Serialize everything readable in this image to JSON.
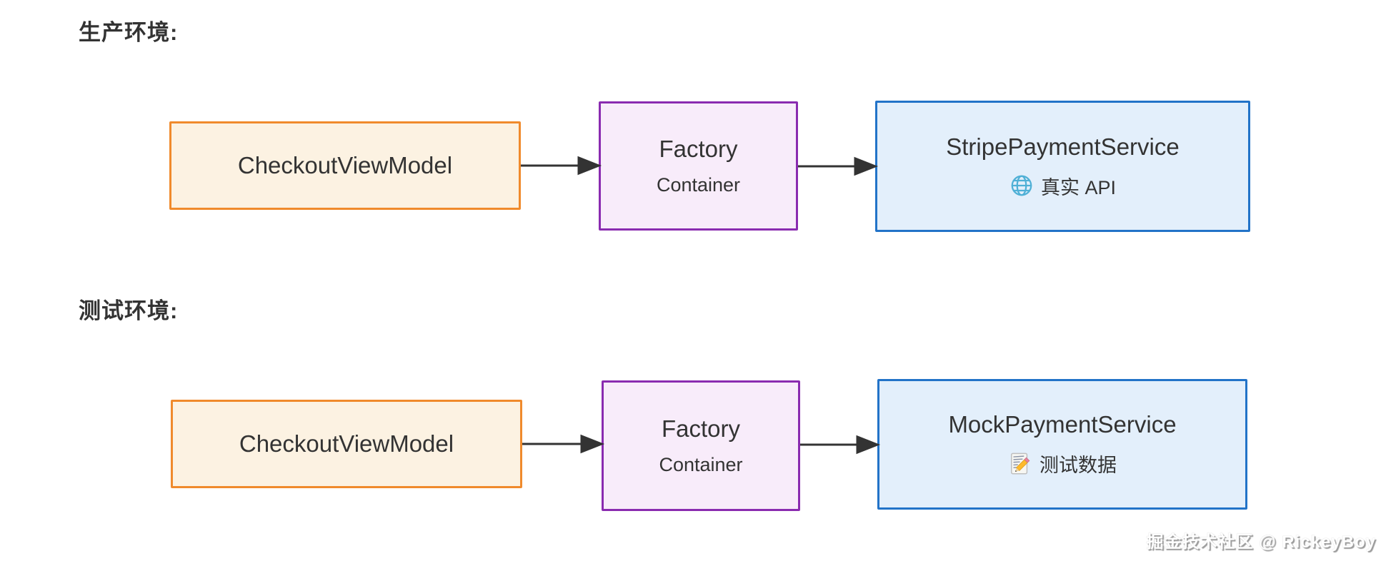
{
  "diagram": {
    "rows": [
      {
        "label": "生产环境:",
        "nodes": [
          {
            "title": "CheckoutViewModel"
          },
          {
            "title": "Factory",
            "subtitle": "Container"
          },
          {
            "title": "StripePaymentService",
            "subtitle": "真实 API",
            "icon": "globe-icon"
          }
        ]
      },
      {
        "label": "测试环境:",
        "nodes": [
          {
            "title": "CheckoutViewModel"
          },
          {
            "title": "Factory",
            "subtitle": "Container"
          },
          {
            "title": "MockPaymentService",
            "subtitle": "测试数据",
            "icon": "memo-icon"
          }
        ]
      }
    ],
    "watermark": "掘金技术社区 @ RickeyBoy",
    "colors": {
      "viewmodel_fill": "#FCF2E2",
      "viewmodel_stroke": "#F08A2C",
      "factory_fill": "#F8ECFA",
      "factory_stroke": "#8A2BB0",
      "service_fill": "#E3EFFB",
      "service_stroke": "#2273C8",
      "text": "#333333",
      "arrow": "#333333",
      "globe_icon": "#4FB0D6",
      "pencil_body": "#FDBA2C",
      "pencil_eraser": "#E9839B"
    }
  }
}
